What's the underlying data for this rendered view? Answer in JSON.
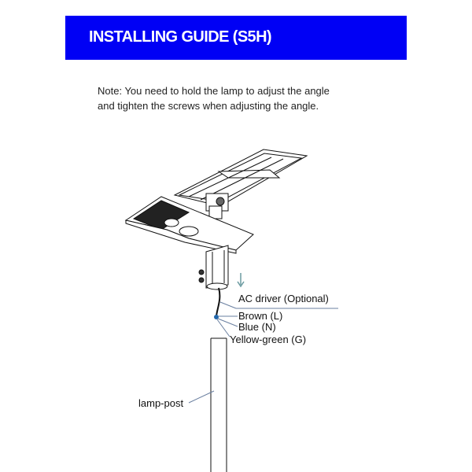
{
  "header": {
    "title": "INSTALLING GUIDE (S5H)"
  },
  "note": {
    "line1": "Note: You need to hold the lamp to adjust the angle",
    "line2": "and tighten the screws when adjusting the angle."
  },
  "diagram": {
    "labels": {
      "ac_driver": "AC driver (Optional)",
      "brown": "Brown (L)",
      "blue": "Blue (N)",
      "yellow_green": "Yellow-green (G)",
      "lamp_post": "lamp-post"
    }
  },
  "colors": {
    "banner": "#0000f5",
    "arrow": "#6a9aa0",
    "wire": "#2266aa"
  }
}
